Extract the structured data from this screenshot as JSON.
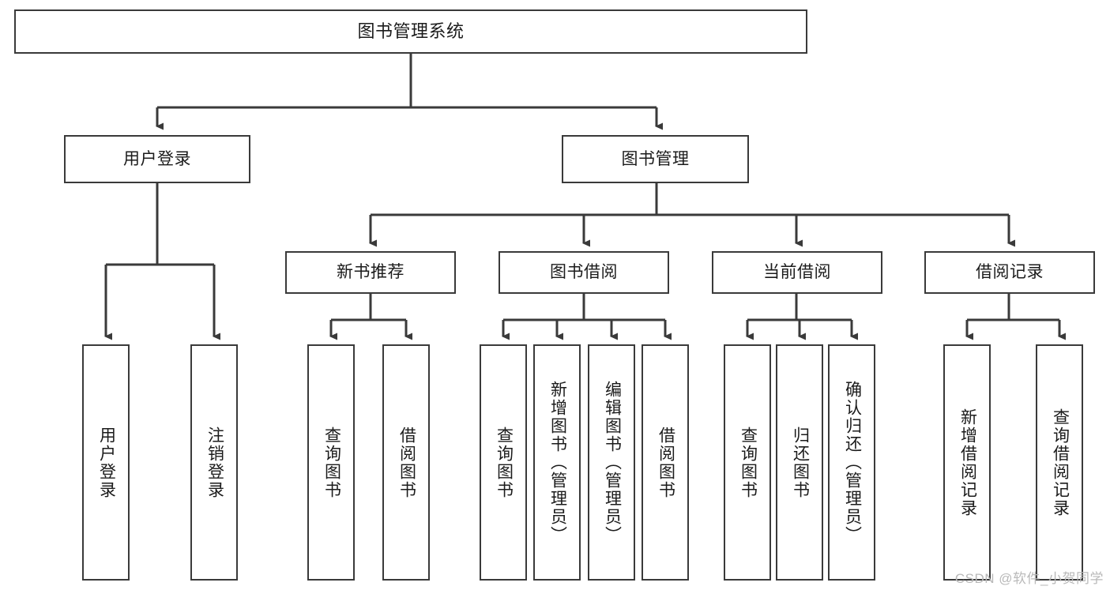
{
  "diagram": {
    "type": "tree",
    "title": "图书管理系统",
    "orientation": "top-down",
    "line_color": "#3a3a3a",
    "box_fill": "#ffffff",
    "text_color": "#1b1b1b",
    "root": {
      "label": "图书管理系统"
    },
    "level2": [
      {
        "label": "用户登录"
      },
      {
        "label": "图书管理"
      }
    ],
    "level3": [
      {
        "label": "新书推荐"
      },
      {
        "label": "图书借阅"
      },
      {
        "label": "当前借阅"
      },
      {
        "label": "借阅记录"
      }
    ],
    "leaves": {
      "user_login": [
        {
          "label": "用户登录"
        },
        {
          "label": "注销登录"
        }
      ],
      "new_book": [
        {
          "label": "查询图书"
        },
        {
          "label": "借阅图书"
        }
      ],
      "book_borrow": [
        {
          "label": "查询图书"
        },
        {
          "label": "新增图书（管理员）"
        },
        {
          "label": "编辑图书（管理员）"
        },
        {
          "label": "借阅图书"
        }
      ],
      "current_borrow": [
        {
          "label": "查询图书"
        },
        {
          "label": "归还图书"
        },
        {
          "label": "确认归还（管理员）"
        }
      ],
      "borrow_record": [
        {
          "label": "新增借阅记录"
        },
        {
          "label": "查询借阅记录"
        }
      ]
    }
  },
  "watermark": {
    "text": "CSDN @软件_小贺同学",
    "color": "#b9b9b9"
  }
}
